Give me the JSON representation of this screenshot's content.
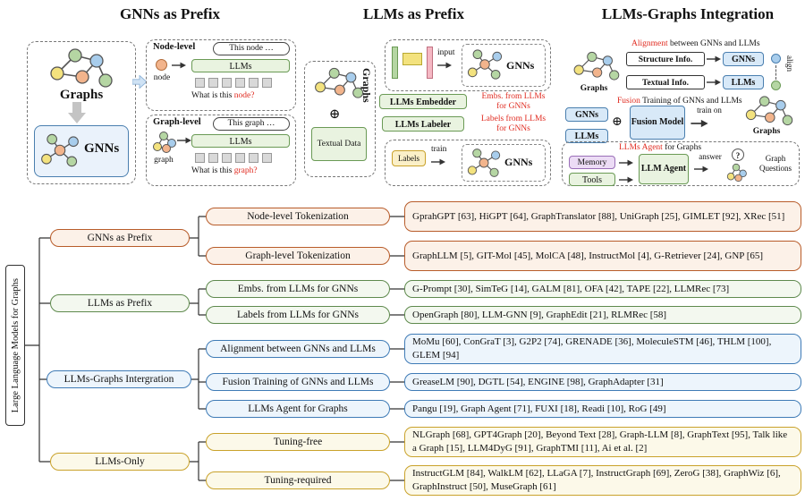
{
  "colors": {
    "branch_orange": "#b85c2a",
    "branch_green": "#5f8a4e",
    "branch_blue": "#3f7bb6",
    "branch_yellow": "#c9a22b",
    "note_red": "#e02b20"
  },
  "p1": {
    "title": "GNNs as Prefix",
    "graphs": "Graphs",
    "gnns": "GNNs",
    "node_level": {
      "heading": "Node-level",
      "prompt": "This node …",
      "entity": "node",
      "llms": "LLMs",
      "q_prefix": "What is this ",
      "q_red": "node?"
    },
    "graph_level": {
      "heading": "Graph-level",
      "prompt": "This graph …",
      "entity": "graph",
      "llms": "LLMs",
      "q_prefix": "What is this ",
      "q_red": "graph?"
    }
  },
  "p2": {
    "title": "LLMs as Prefix",
    "graphs": "Graphs",
    "plus": "⊕",
    "textual_data": "Textual Data",
    "embedder": "LLMs Embedder",
    "labeler": "LLMs Labeler",
    "input": "input",
    "gnns1": "GNNs",
    "note_embs_1": "Embs. from LLMs",
    "note_embs_2": "for GNNs",
    "note_labels_1": "Labels from LLMs",
    "note_labels_2": "for GNNs",
    "labels": "Labels",
    "train": "train",
    "gnns2": "GNNs"
  },
  "p3": {
    "title": "LLMs-Graphs Integration",
    "s1_red": "Alignment",
    "s1_rest": " between GNNs and LLMs",
    "graphs1": "Graphs",
    "structure": "Structure Info.",
    "textual": "Textual Info.",
    "gnns1": "GNNs",
    "llms1": "LLMs",
    "align": "align",
    "s2_red": "Fusion",
    "s2_rest": " Training of GNNs and LLMs",
    "gnns2": "GNNs",
    "llms2": "LLMs",
    "plus": "⊕",
    "fusion_model": "Fusion Model",
    "train_on": "train on",
    "graphs2": "Graphs",
    "s3_red": "LLMs Agent",
    "s3_rest": " for Graphs",
    "memory": "Memory",
    "tools": "Tools",
    "agent": "LLM Agent",
    "answer": "answer",
    "qmark": "?",
    "gq": "Graph Questions"
  },
  "tree": {
    "root": "Large Language Models for Graphs",
    "branches": [
      {
        "label": "GNNs as Prefix"
      },
      {
        "label": "LLMs as Prefix"
      },
      {
        "label": "LLMs-Graphs Intergration"
      },
      {
        "label": "LLMs-Only"
      }
    ],
    "leaves": [
      {
        "label": "Node-level Tokenization",
        "refs": "GprahGPT [63], HiGPT [64], GraphTranslator [88], UniGraph [25], GIMLET [92], XRec [51]"
      },
      {
        "label": "Graph-level Tokenization",
        "refs": "GraphLLM [5], GIT-Mol [45], MolCA [48], InstructMol [4], G-Retriever [24], GNP [65]"
      },
      {
        "label": "Embs. from LLMs for GNNs",
        "refs": "G-Prompt [30], SimTeG [14], GALM [81], OFA [42], TAPE [22], LLMRec [73]"
      },
      {
        "label": "Labels from LLMs for GNNs",
        "refs": "OpenGraph [80], LLM-GNN [9], GraphEdit [21], RLMRec [58]"
      },
      {
        "label": "Alignment between GNNs and LLMs",
        "refs": "MoMu [60], ConGraT [3], G2P2 [74], GRENADE [36], MoleculeSTM [46], THLM [100], GLEM [94]"
      },
      {
        "label": "Fusion Training of GNNs and LLMs",
        "refs": "GreaseLM [90], DGTL [54], ENGINE [98], GraphAdapter [31]"
      },
      {
        "label": "LLMs Agent for Graphs",
        "refs": "Pangu [19], Graph Agent [71], FUXI [18], Readi [10], RoG [49]"
      },
      {
        "label": "Tuning-free",
        "refs": "NLGraph [68], GPT4Graph [20], Beyond Text [28], Graph-LLM [8], GraphText [95], Talk like a Graph [15], LLM4DyG [91], GraphTMI [11], Ai et al. [2]"
      },
      {
        "label": "Tuning-required",
        "refs": "InstructGLM [84], WalkLM [62], LLaGA [7], InstructGraph [69], ZeroG [38], GraphWiz [6], GraphInstruct [50], MuseGraph [61]"
      }
    ]
  }
}
